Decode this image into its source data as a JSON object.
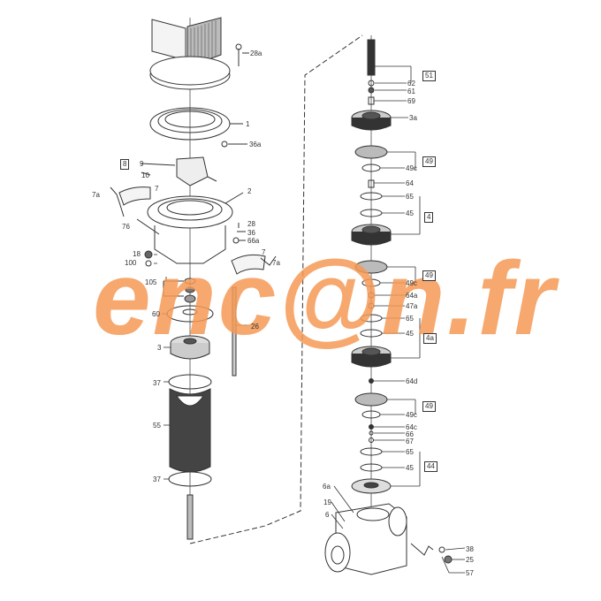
{
  "diagram": {
    "type": "exploded-parts-view",
    "subject": "vertical multistage pump",
    "colors": {
      "line": "#333333",
      "watermark": "#f59a55",
      "background": "#ffffff"
    },
    "left_column_labels": [
      {
        "id": "28a",
        "text": "28a"
      },
      {
        "id": "1",
        "text": "1"
      },
      {
        "id": "36a",
        "text": "36a"
      },
      {
        "id": "9",
        "text": "9"
      },
      {
        "id": "10",
        "text": "10"
      },
      {
        "id": "7_top",
        "text": "7"
      },
      {
        "id": "7a_top",
        "text": "7a"
      },
      {
        "id": "2",
        "text": "2"
      },
      {
        "id": "76",
        "text": "76"
      },
      {
        "id": "28",
        "text": "28"
      },
      {
        "id": "36",
        "text": "36"
      },
      {
        "id": "66a",
        "text": "66a"
      },
      {
        "id": "18",
        "text": "18"
      },
      {
        "id": "100",
        "text": "100"
      },
      {
        "id": "7_bottom",
        "text": "7"
      },
      {
        "id": "7a_bottom",
        "text": "7a"
      },
      {
        "id": "105",
        "text": "105"
      },
      {
        "id": "60",
        "text": "60"
      },
      {
        "id": "26",
        "text": "26"
      },
      {
        "id": "3",
        "text": "3"
      },
      {
        "id": "37_top",
        "text": "37"
      },
      {
        "id": "55",
        "text": "55"
      },
      {
        "id": "37_bottom",
        "text": "37"
      }
    ],
    "left_boxes": [
      {
        "id": "8",
        "text": "8"
      }
    ],
    "right_column_labels": [
      {
        "id": "62",
        "text": "62"
      },
      {
        "id": "61",
        "text": "61"
      },
      {
        "id": "69",
        "text": "69"
      },
      {
        "id": "3a",
        "text": "3a"
      },
      {
        "id": "49c_1",
        "text": "49c"
      },
      {
        "id": "64",
        "text": "64"
      },
      {
        "id": "65_1",
        "text": "65"
      },
      {
        "id": "45_1",
        "text": "45"
      },
      {
        "id": "49c_2",
        "text": "49c"
      },
      {
        "id": "64a",
        "text": "64a"
      },
      {
        "id": "47a",
        "text": "47a"
      },
      {
        "id": "65_2",
        "text": "65"
      },
      {
        "id": "45_2",
        "text": "45"
      },
      {
        "id": "64d",
        "text": "64d"
      },
      {
        "id": "49c_3",
        "text": "49c"
      },
      {
        "id": "64c",
        "text": "64c"
      },
      {
        "id": "66",
        "text": "66"
      },
      {
        "id": "67",
        "text": "67"
      },
      {
        "id": "65_3",
        "text": "65"
      },
      {
        "id": "45_3",
        "text": "45"
      },
      {
        "id": "6a",
        "text": "6a"
      },
      {
        "id": "19",
        "text": "19"
      },
      {
        "id": "6",
        "text": "6"
      },
      {
        "id": "38",
        "text": "38"
      },
      {
        "id": "25",
        "text": "25"
      },
      {
        "id": "57",
        "text": "57"
      }
    ],
    "right_boxes": [
      {
        "id": "51",
        "text": "51"
      },
      {
        "id": "49_1",
        "text": "49"
      },
      {
        "id": "4",
        "text": "4"
      },
      {
        "id": "49_2",
        "text": "49"
      },
      {
        "id": "4a",
        "text": "4a"
      },
      {
        "id": "49_3",
        "text": "49"
      },
      {
        "id": "44",
        "text": "44"
      }
    ],
    "watermark": "enc@n.fr"
  }
}
